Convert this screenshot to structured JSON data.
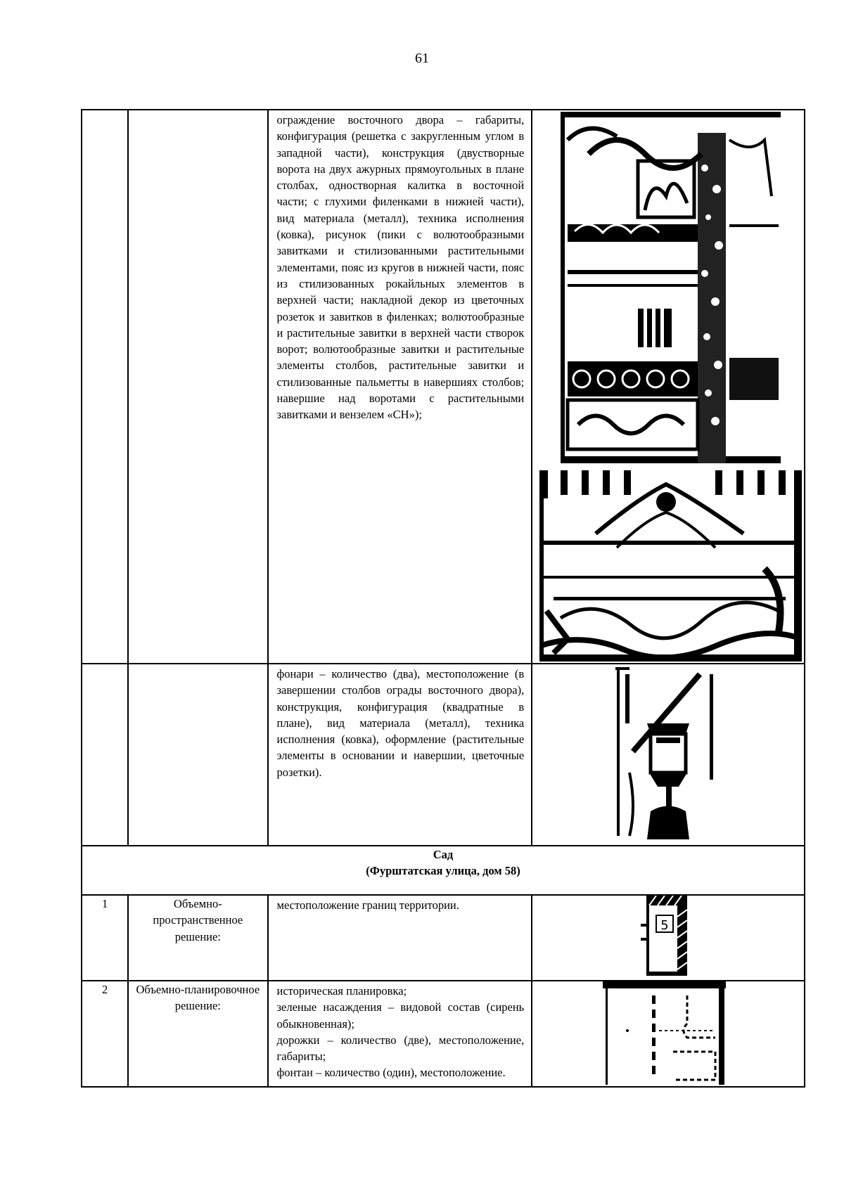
{
  "page": {
    "number": "61"
  },
  "rows": [
    {
      "num": "",
      "category": "",
      "description": "ограждение восточного двора – габариты, конфигурация (решетка с закругленным углом в западной части), конструкция (двустворные ворота на двух ажурных прямоугольных в плане столбах, одностворная калитка в восточной части; с глухими филенками в нижней части), вид материала (металл), техника исполнения (ковка), рисунок (пики с волютообразными завитками и стилизованными растительными элементами, пояс из кругов в нижней части, пояс из стилизованных рокайльных элементов в верхней части; накладной декор из цветочных розеток и завитков в филенках; волютообразные и растительные завитки в верхней части створок ворот; волютообразные завитки и растительные элементы столбов, растительные завитки и стилизованные пальметты в навершиях столбов; навершие над воротами с растительными завитками и вензелем «СН»);",
      "images": [
        "photo-gate-fence-east-courtyard",
        "photo-gate-top-monogram"
      ]
    },
    {
      "num": "",
      "category": "",
      "description": "фонари – количество (два), местоположение (в завершении столбов ограды восточного двора), конструкция, конфигурация (квадратные в плане), вид материала (металл), техника исполнения (ковка), оформление (растительные элементы в основании и навершии, цветочные розетки).",
      "images": [
        "photo-lantern"
      ]
    }
  ],
  "section": {
    "title": "Сад",
    "subtitle": "(Фурштатская улица, дом 58)"
  },
  "garden_rows": [
    {
      "num": "1",
      "category": "Объемно-пространственное решение:",
      "description": "местоположение границ территории.",
      "image": "plan-territory-boundary",
      "image_label": "5"
    },
    {
      "num": "2",
      "category": "Объемно-планировочное решение:",
      "description_lines": [
        "историческая планировка;",
        "зеленые насаждения – видовой состав (сирень обыкновенная);",
        "дорожки – количество (две), местоположение, габариты;",
        "фонтан – количество (один), местоположение."
      ],
      "image": "plan-garden-layout"
    }
  ]
}
